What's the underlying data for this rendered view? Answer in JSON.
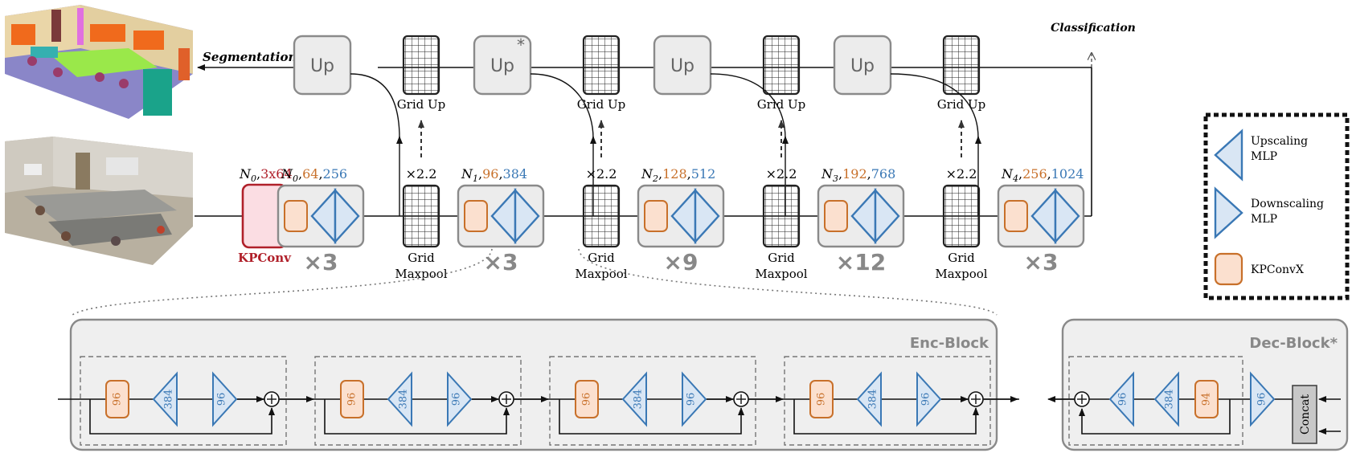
{
  "top": {
    "segmentation_label": "Segmentation",
    "classification_label": "Classification",
    "up_label": "Up",
    "up_star": "*",
    "grid_up_label": "Grid Up"
  },
  "encoder": {
    "stem": {
      "n": "N",
      "sub": "0",
      "dims": "3x64",
      "label": "KPConv"
    },
    "stages": [
      {
        "n": "N",
        "sub": "0",
        "c1": "64",
        "c2": "256",
        "repeat": "×3"
      },
      {
        "n": "N",
        "sub": "1",
        "c1": "96",
        "c2": "384",
        "repeat": "×3"
      },
      {
        "n": "N",
        "sub": "2",
        "c1": "128",
        "c2": "512",
        "repeat": "×9"
      },
      {
        "n": "N",
        "sub": "3",
        "c1": "192",
        "c2": "768",
        "repeat": "×12"
      },
      {
        "n": "N",
        "sub": "4",
        "c1": "256",
        "c2": "1024",
        "repeat": "×3"
      }
    ],
    "pool_ratio": "×2.2",
    "pool_label_line1": "Grid",
    "pool_label_line2": "Maxpool"
  },
  "legend": {
    "items": [
      {
        "icon": "upscaling-mlp-icon",
        "line1": "Upscaling",
        "line2": "MLP"
      },
      {
        "icon": "downscaling-mlp-icon",
        "line1": "Downscaling",
        "line2": "MLP"
      },
      {
        "icon": "kpconvx-icon",
        "line1": "KPConvX",
        "line2": ""
      }
    ]
  },
  "enc_block": {
    "title": "Enc-Block",
    "kp": "96",
    "up": "384",
    "down": "96"
  },
  "dec_block": {
    "title": "Dec-Block*",
    "concat": "Concat",
    "in_down": "96",
    "kp": "94",
    "up": "384",
    "down": "96"
  },
  "colors": {
    "orange": "#c8702a",
    "orange_fill": "#fbe0cf",
    "blue": "#3a78b5",
    "blue_fill": "#d9e6f4",
    "red": "#b0202a",
    "red_fill": "#fbdde3",
    "box_stroke": "#8a8a8a",
    "box_fill": "#ececec"
  }
}
